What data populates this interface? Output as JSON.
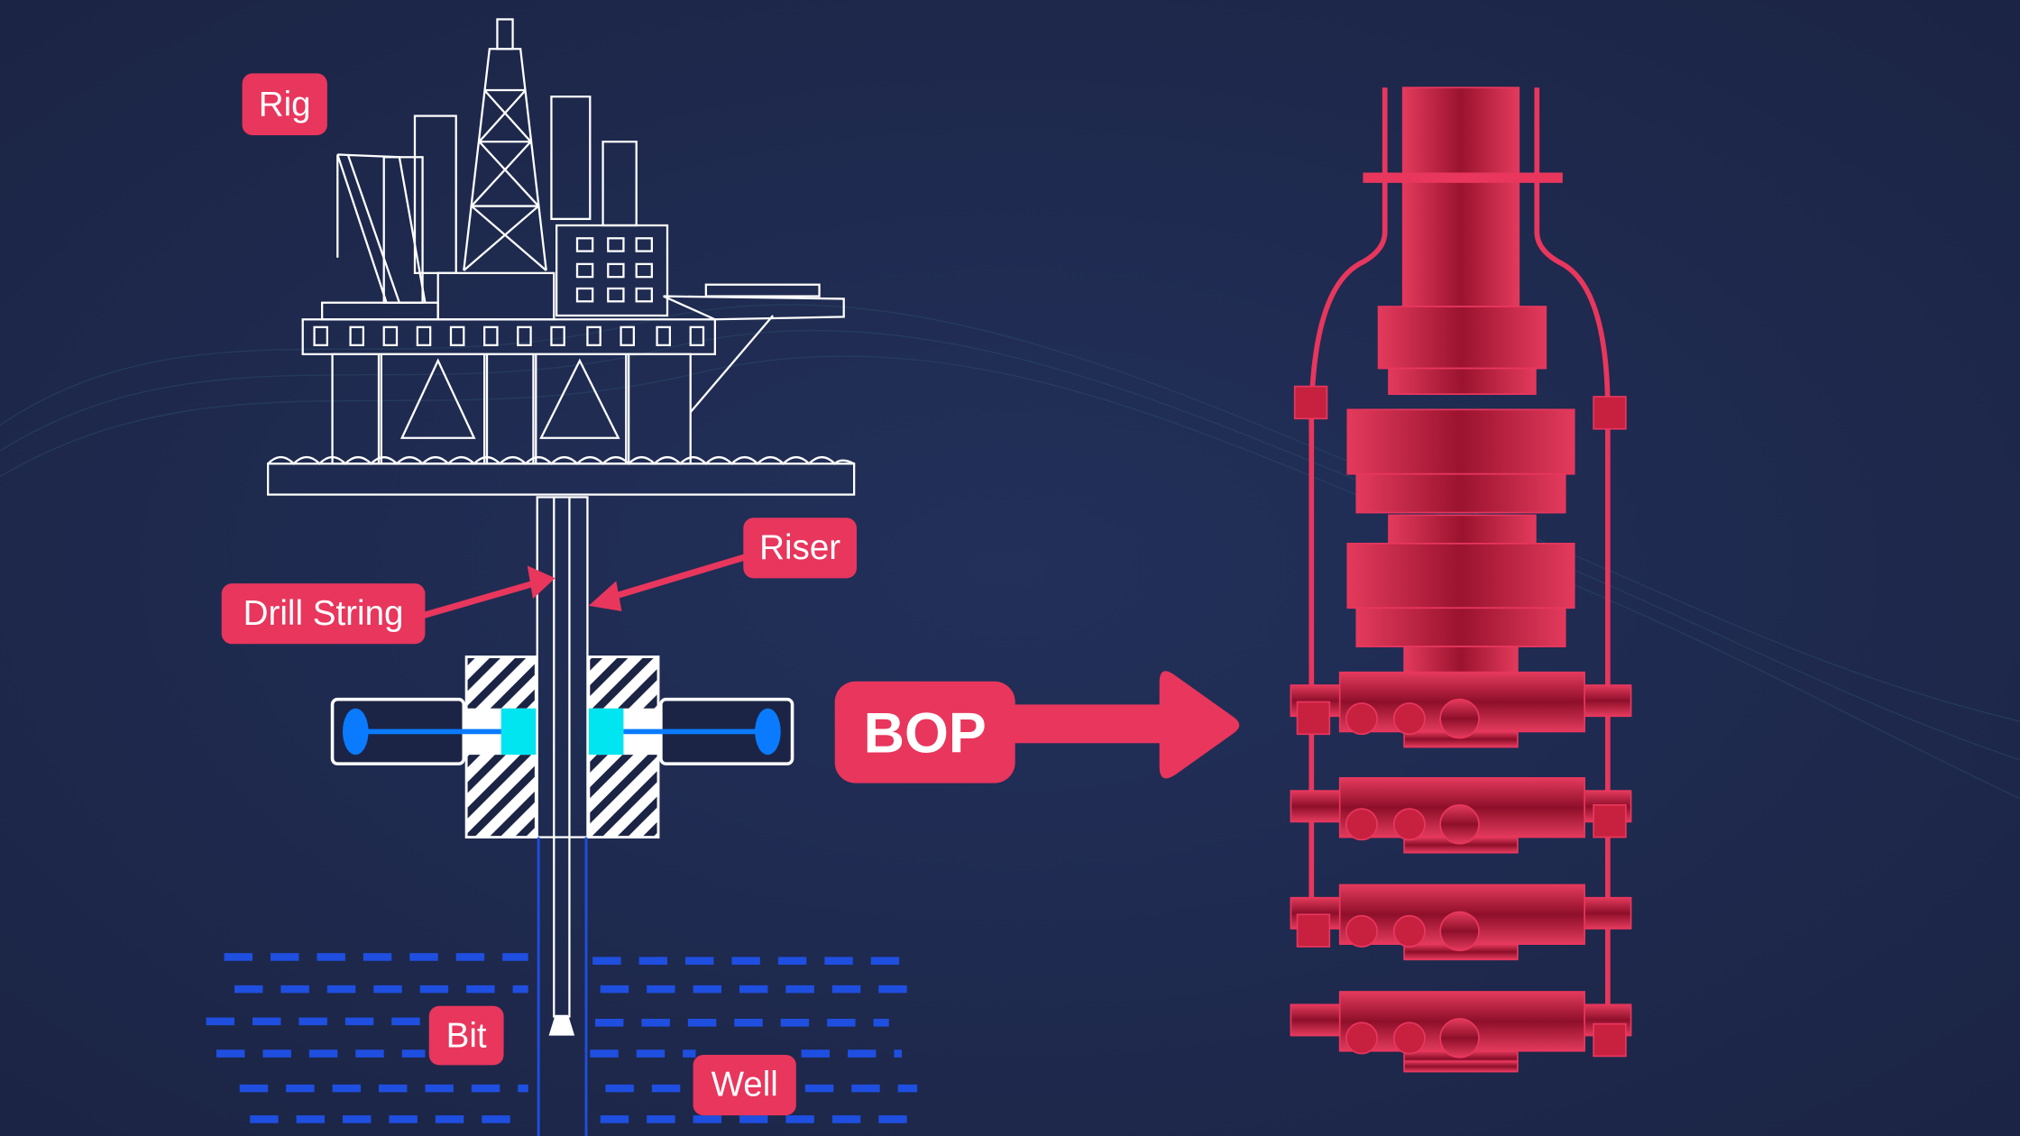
{
  "labels": {
    "rig": "Rig",
    "riser": "Riser",
    "drill_string": "Drill String",
    "bop": "BOP",
    "bit": "Bit",
    "well": "Well"
  },
  "colors": {
    "background": "#1b2444",
    "label": "#e8365d",
    "bop_stack": "#c8203f",
    "well_lines": "#1f4fe0",
    "ram": "#00e5f0",
    "piston": "#0a7bff"
  }
}
